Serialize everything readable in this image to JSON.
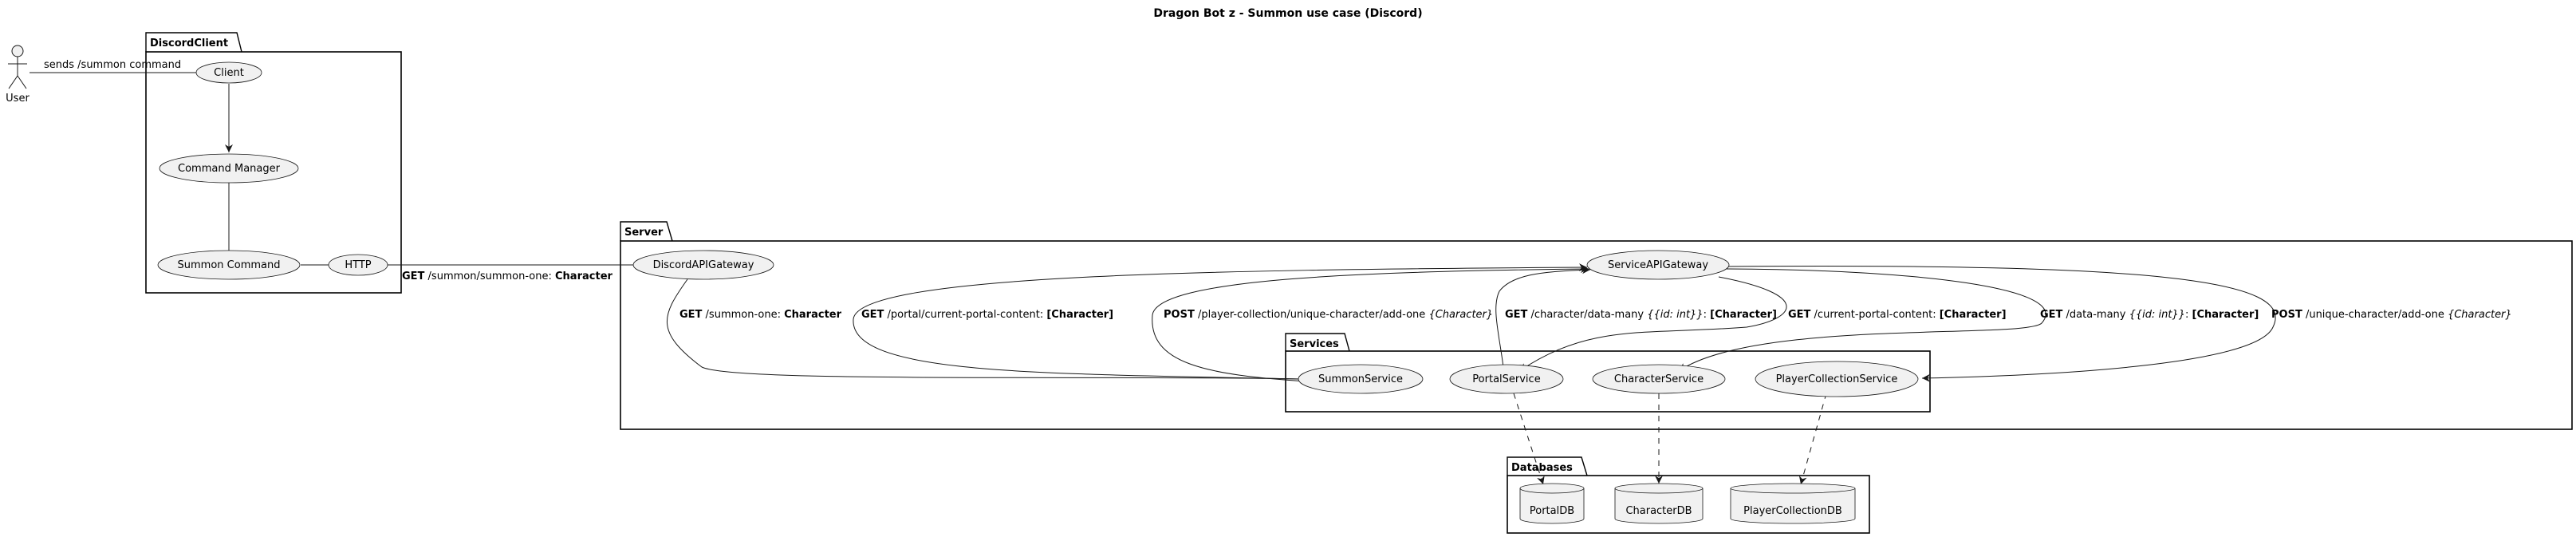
{
  "title": "Dragon Bot z - Summon use case (Discord)",
  "actor": {
    "label": "User"
  },
  "packages": {
    "discord_client": "DiscordClient",
    "server": "Server",
    "services": "Services",
    "databases": "Databases"
  },
  "nodes": {
    "client": "Client",
    "command_manager": "Command Manager",
    "summon_command": "Summon Command",
    "http": "HTTP",
    "discord_api_gateway": "DiscordAPIGateway",
    "service_api_gateway": "ServiceAPIGateway",
    "summon_service": "SummonService",
    "portal_service": "PortalService",
    "character_service": "CharacterService",
    "player_collection_service": "PlayerCollectionService",
    "portal_db": "PortalDB",
    "character_db": "CharacterDB",
    "player_collection_db": "PlayerCollectionDB"
  },
  "edges": {
    "user_client": {
      "text": "sends /summon command"
    },
    "http_gateway": {
      "method": "GET",
      "path": " /summon/summon-one: ",
      "type": "Character"
    },
    "gateway_summon": {
      "method": "GET",
      "path": " /summon-one: ",
      "type": "Character"
    },
    "summon_portal_content": {
      "method": "GET",
      "path": " /portal/current-portal-content: ",
      "type": "[Character]"
    },
    "summon_add_one": {
      "method": "POST",
      "path": " /player-collection/unique-character/add-one ",
      "param": "{Character}"
    },
    "portal_data_many": {
      "method": "GET",
      "path": " /character/data-many ",
      "param": "{{id: int}}",
      "sep": ": ",
      "type": "[Character]"
    },
    "gateway_portal": {
      "method": "GET",
      "path": " /current-portal-content: ",
      "type": "[Character]"
    },
    "gateway_character": {
      "method": "GET",
      "path": " /data-many ",
      "param": "{{id: int}}",
      "sep": ": ",
      "type": "[Character]"
    },
    "gateway_collection": {
      "method": "POST",
      "path": " /unique-character/add-one ",
      "param": "{Character}"
    }
  }
}
